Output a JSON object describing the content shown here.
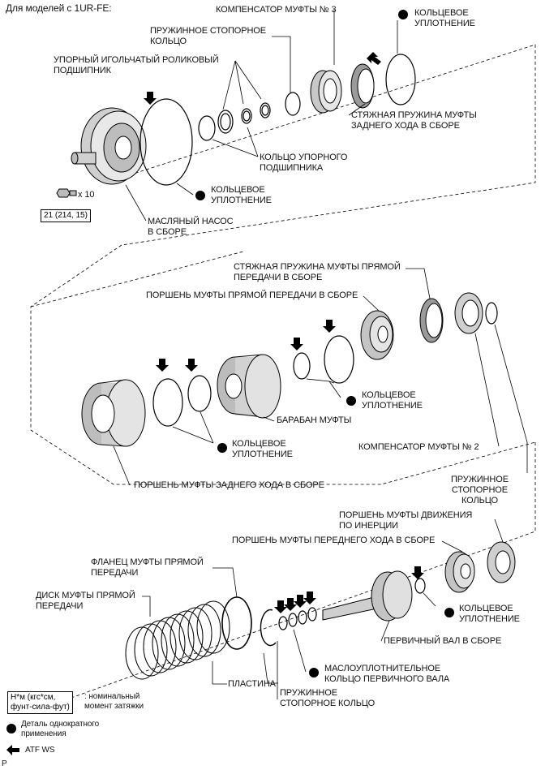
{
  "header": {
    "model_title": "Для моделей с 1UR-FE:"
  },
  "labels": {
    "compensator3": "КОМПЕНСАТОР МУФТЫ № 3",
    "oring_top_right": "КОЛЬЦЕВОЕ\nУПЛОТНЕНИЕ",
    "snap_ring_top": "ПРУЖИННОЕ СТОПОРНОЕ\nКОЛЬЦО",
    "needle_bearing": "УПОРНЫЙ ИГОЛЬЧАТЫЙ РОЛИКОВЫЙ\nПОДШИПНИК",
    "reverse_spring": "СТЯЖНАЯ ПРУЖИНА МУФТЫ\nЗАДНЕГО ХОДА В СБОРЕ",
    "bearing_race": "КОЛЬЦО УПОРНОГО\nПОДШИПНИКА",
    "oring_pump": "КОЛЬЦЕВОЕ\nУПЛОТНЕНИЕ",
    "bolt_count": "x 10",
    "torque_value": "21 (214, 15)",
    "oil_pump": "МАСЛЯНЫЙ НАСОС\nВ СБОРЕ",
    "direct_spring": "СТЯЖНАЯ ПРУЖИНА МУФТЫ ПРЯМОЙ\nПЕРЕДАЧИ В СБОРЕ",
    "direct_piston": "ПОРШЕНЬ МУФТЫ ПРЯМОЙ ПЕРЕДАЧИ В СБОРЕ",
    "oring_mid_right": "КОЛЬЦЕВОЕ\nУПЛОТНЕНИЕ",
    "clutch_drum": "БАРАБАН МУФТЫ",
    "oring_mid_left": "КОЛЬЦЕВОЕ\nУПЛОТНЕНИЕ",
    "compensator2": "КОМПЕНСАТОР МУФТЫ № 2",
    "reverse_piston": "ПОРШЕНЬ МУФТЫ ЗАДНЕГО ХОДА В СБОРЕ",
    "snap_ring_mid": "ПРУЖИННОЕ\nСТОПОРНОЕ\nКОЛЬЦО",
    "coast_piston": "ПОРШЕНЬ МУФТЫ ДВИЖЕНИЯ\nПО ИНЕРЦИИ",
    "forward_piston": "ПОРШЕНЬ МУФТЫ ПЕРЕДНЕГО ХОДА В СБОРЕ",
    "direct_flange": "ФЛАНЕЦ МУФТЫ ПРЯМОЙ\nПЕРЕДАЧИ",
    "direct_disc": "ДИСК МУФТЫ ПРЯМОЙ\nПЕРЕДАЧИ",
    "oring_bottom": "КОЛЬЦЕВОЕ\nУПЛОТНЕНИЕ",
    "input_shaft": "ПЕРВИЧНЫЙ ВАЛ В СБОРЕ",
    "oil_seal_ring": "МАСЛОУПЛОТНИТЕЛЬНОЕ\nКОЛЬЦО ПЕРВИЧНОГО ВАЛА",
    "plate": "ПЛАСТИНА",
    "snap_ring_bottom": "ПРУЖИННОЕ\nСТОПОРНОЕ КОЛЬЦО"
  },
  "legend": {
    "torque_units": "Н*м (кгс*см,\nфунт-сила-фут)",
    "torque_desc": ": номинальный\nмомент затяжки",
    "non_reusable": "Деталь однократного\nприменения",
    "atf": "ATF WS"
  },
  "footer": {
    "code": "P"
  },
  "colors": {
    "ink": "#000000",
    "paper": "#ffffff",
    "part_fill": "#d9d9d9",
    "part_dark": "#7a7a7a"
  }
}
